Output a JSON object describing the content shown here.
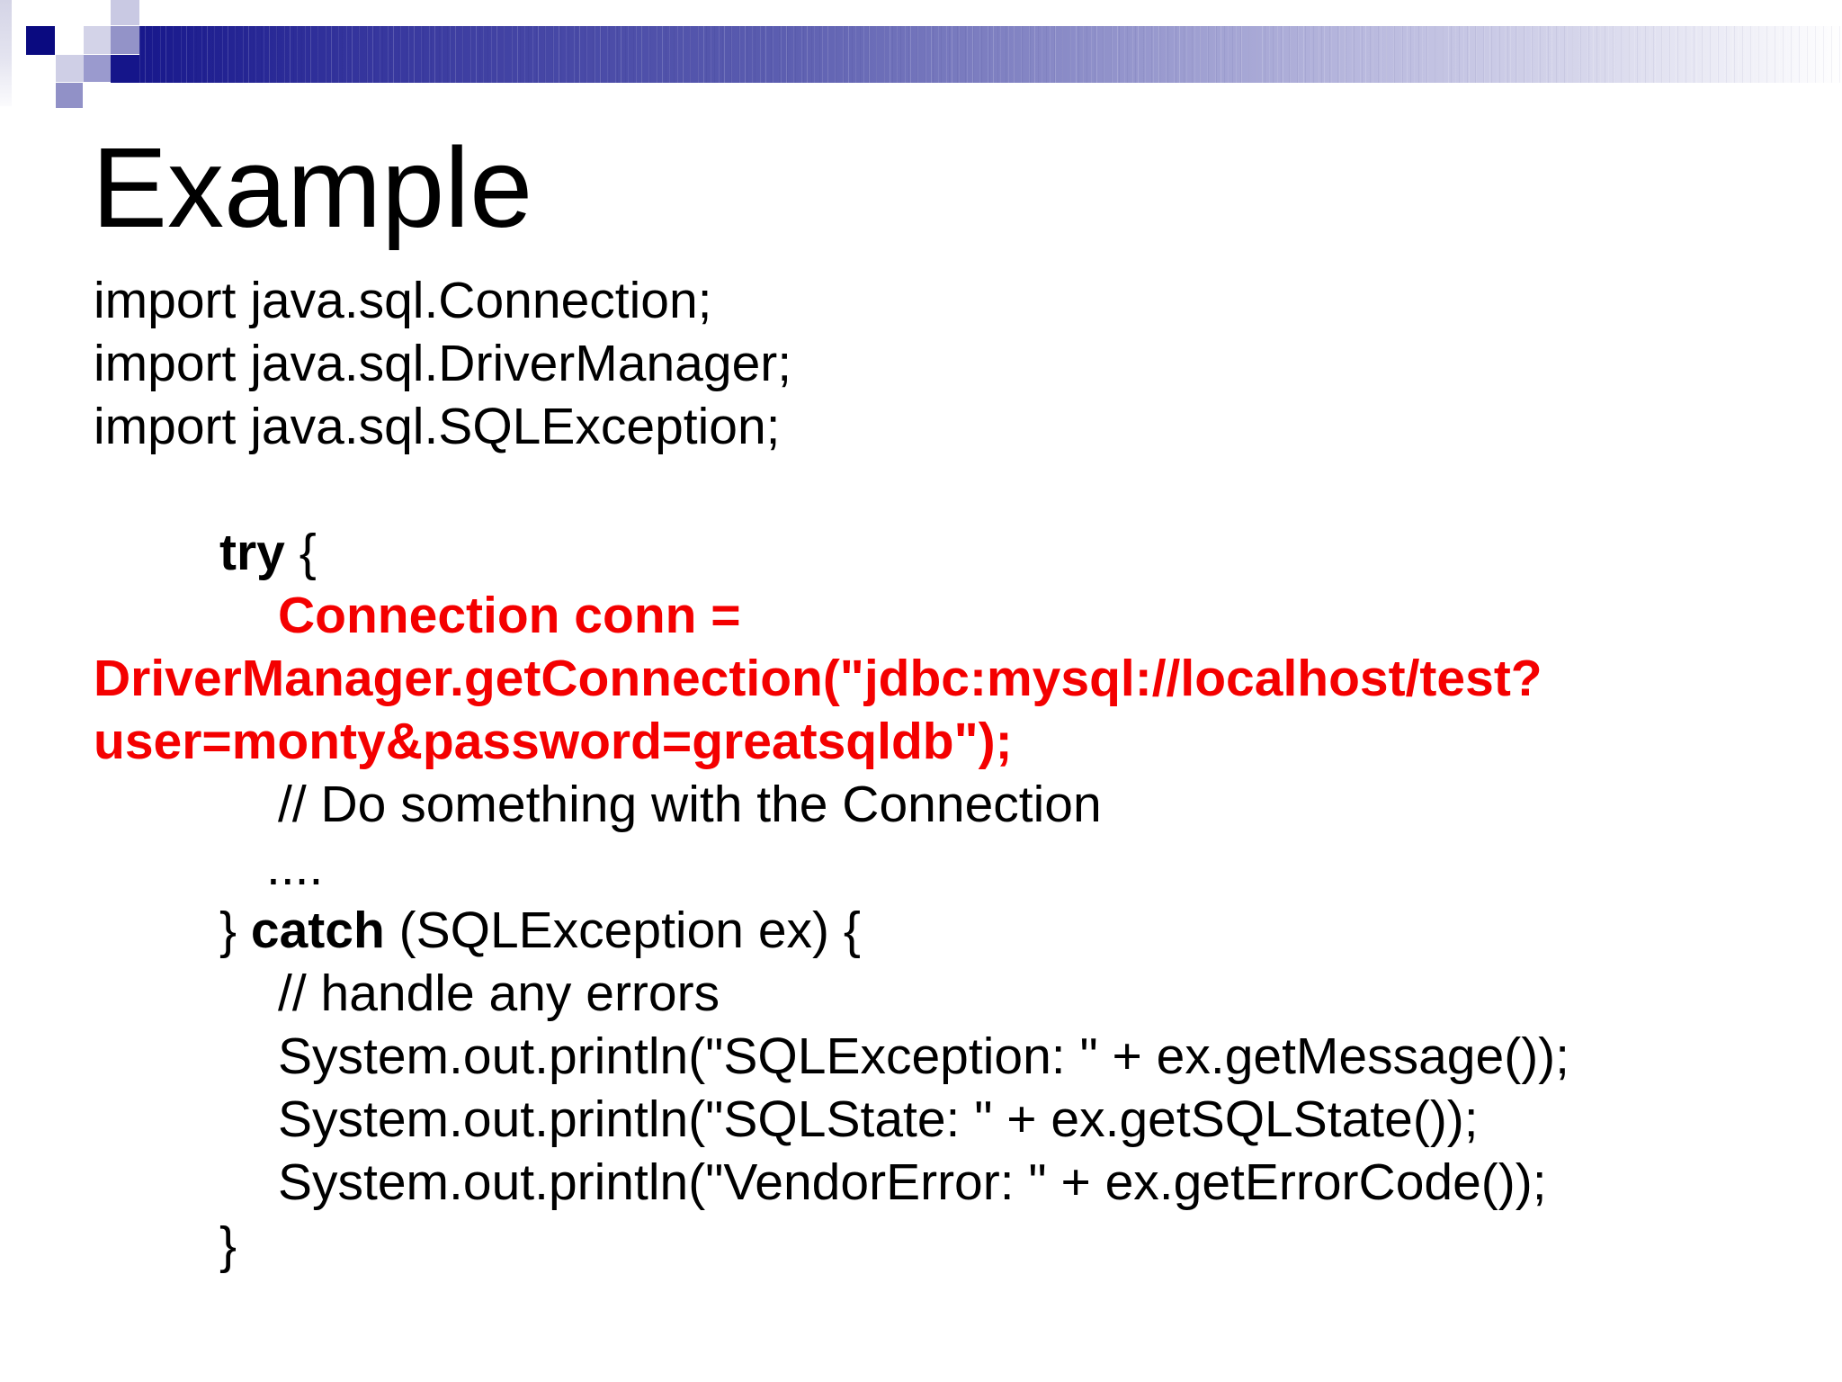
{
  "slide": {
    "title": "Example",
    "code_lines": [
      {
        "indent": 0,
        "segments": [
          {
            "t": "import java.sql.Connection;"
          }
        ]
      },
      {
        "indent": 0,
        "segments": [
          {
            "t": "import java.sql.DriverManager;"
          }
        ]
      },
      {
        "indent": 0,
        "segments": [
          {
            "t": "import java.sql.SQLException;"
          }
        ]
      },
      {
        "indent": 0,
        "segments": []
      },
      {
        "indent": 1,
        "segments": [
          {
            "t": "try",
            "b": true
          },
          {
            "t": " {"
          }
        ]
      },
      {
        "indent": 2,
        "segments": [
          {
            "t": "Connection conn =",
            "red": true
          }
        ]
      },
      {
        "indent": 0,
        "segments": [
          {
            "t": "DriverManager.getConnection(\"jdbc:mysql://localhost/test?",
            "red": true
          }
        ]
      },
      {
        "indent": 0,
        "segments": [
          {
            "t": "user=monty&password=greatsqldb\");",
            "red": true
          }
        ]
      },
      {
        "indent": 2,
        "segments": [
          {
            "t": "// Do something with the Connection"
          }
        ]
      },
      {
        "indent": 3,
        "segments": [
          {
            "t": "...."
          }
        ]
      },
      {
        "indent": 1,
        "segments": [
          {
            "t": "} "
          },
          {
            "t": "catch",
            "b": true
          },
          {
            "t": " (SQLException ex) {"
          }
        ]
      },
      {
        "indent": 2,
        "segments": [
          {
            "t": "// handle any errors"
          }
        ]
      },
      {
        "indent": 2,
        "segments": [
          {
            "t": "System.out.println(\"SQLException: \" + ex.getMessage());"
          }
        ]
      },
      {
        "indent": 2,
        "segments": [
          {
            "t": "System.out.println(\"SQLState: \" + ex.getSQLState());"
          }
        ]
      },
      {
        "indent": 2,
        "segments": [
          {
            "t": "System.out.println(\"VendorError: \" + ex.getErrorCode());"
          }
        ]
      },
      {
        "indent": 1,
        "segments": [
          {
            "t": "}"
          }
        ]
      }
    ]
  },
  "colors": {
    "text_black": "#000000",
    "code_red": "#f40000",
    "navy_square": "#0a0a80",
    "bar_navy": "#15158a",
    "periwinkle": "#9393c8",
    "light_lavender": "#d3d3e8"
  }
}
